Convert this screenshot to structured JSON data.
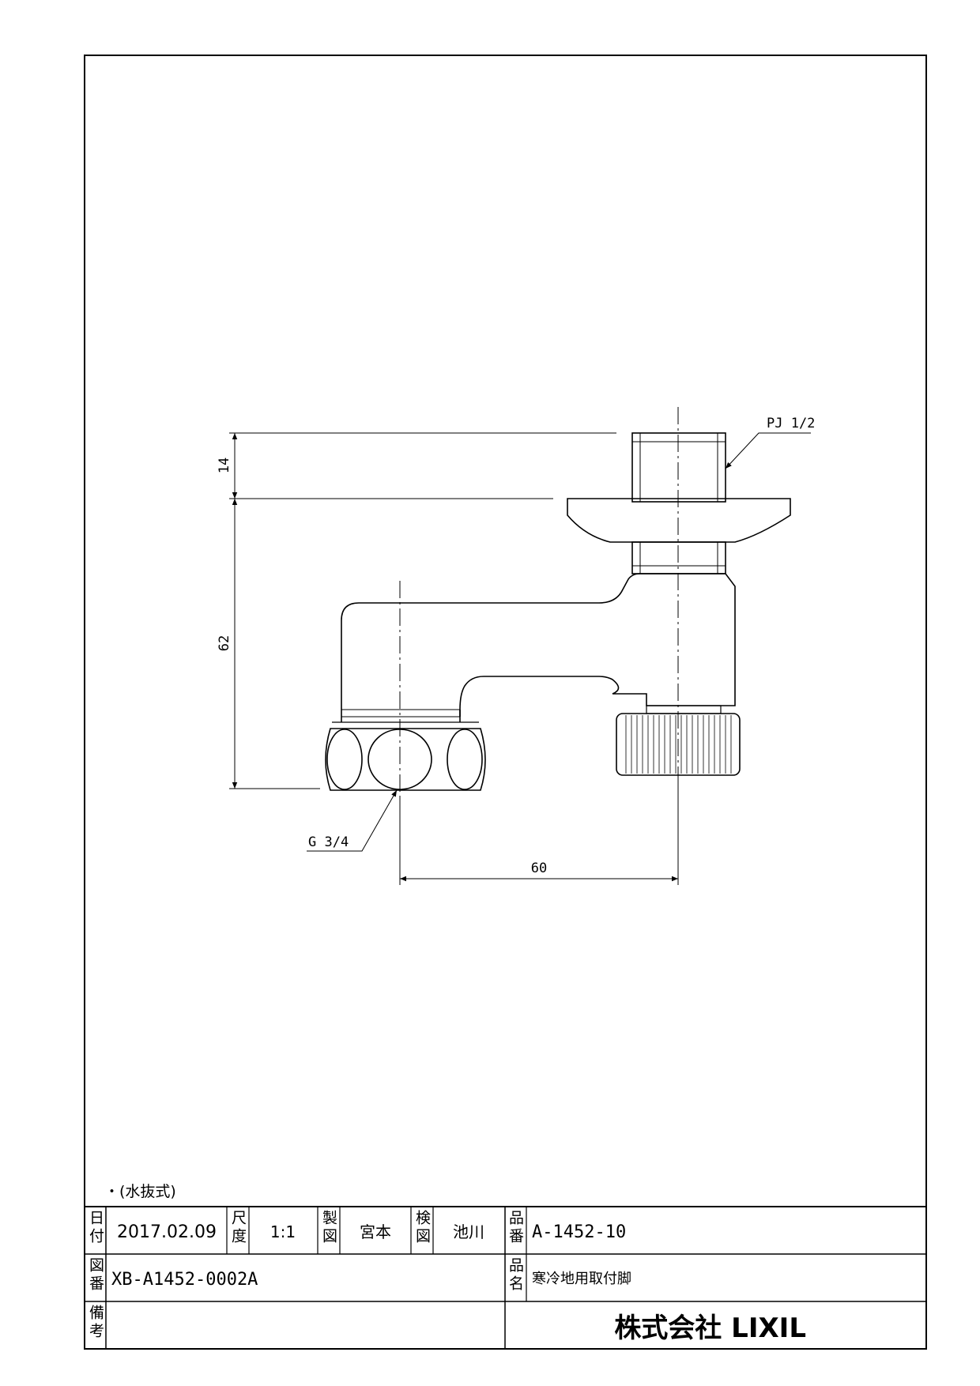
{
  "drawing": {
    "dims": {
      "top_thread": "PJ 1/2",
      "bottom_thread": "G 3/4",
      "height_upper": "14",
      "height_lower": "62",
      "horizontal": "60"
    },
    "note": "・(水抜式)"
  },
  "title_block": {
    "date_label": "日付",
    "date_value": "2017.02.09",
    "scale_label": "尺度",
    "scale_value": "1:1",
    "drafter_label": "製図",
    "drafter_value": "宮本",
    "checker_label": "検図",
    "checker_value": "池川",
    "product_no_label": "品番",
    "product_no_value": "A-1452-10",
    "drawing_no_label": "図番",
    "drawing_no_value": "XB-A1452-0002A",
    "product_name_label": "品名",
    "product_name_value": "寒冷地用取付脚",
    "remarks_label": "備考",
    "company": "株式会社 LIXIL"
  }
}
